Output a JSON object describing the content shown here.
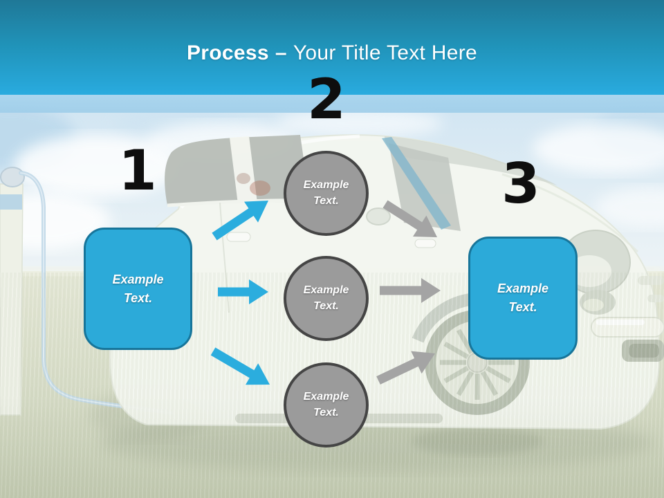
{
  "slide": {
    "header": {
      "title_accent": "Process",
      "title_dash": "–",
      "title_rest": "Your Title Text Here"
    },
    "diagram": {
      "numbers": [
        "1",
        "2",
        "3"
      ],
      "left_box": {
        "label": "Example Text."
      },
      "circles": [
        {
          "label": "Example Text."
        },
        {
          "label": "Example Text."
        },
        {
          "label": "Example Text."
        }
      ],
      "right_box": {
        "label": "Example Text."
      }
    },
    "colors": {
      "header_gradient_top": "#1f7897",
      "header_gradient_bottom": "#29abdf",
      "subband_blue": "#a6d2ec",
      "box_fill": "#2caad9",
      "box_border": "#17759a",
      "circle_fill": "#9b9b9b",
      "circle_border": "#454545",
      "arrow_blue": "#2badde",
      "arrow_gray": "#a4a4a4",
      "number_black": "#0e0e0e"
    }
  }
}
